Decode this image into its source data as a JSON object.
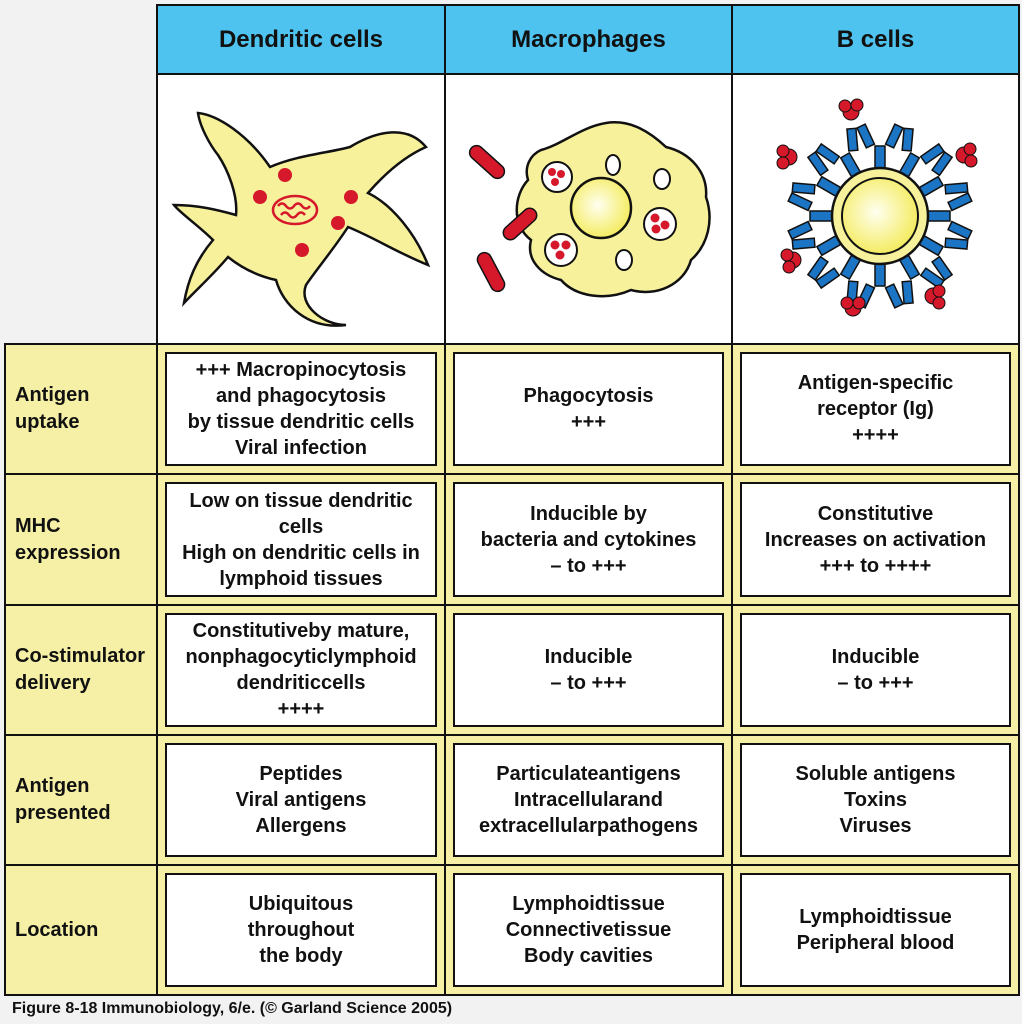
{
  "colors": {
    "header": "#4fc3f0",
    "row_fill": "#f6f0a6",
    "cell_fill": "#ffffff",
    "cell_body": "#f7f19c",
    "red": "#d6182b",
    "receptor": "#1b74c4"
  },
  "columns": [
    "Dendritic cells",
    "Macrophages",
    "B cells"
  ],
  "icons": [
    "dendritic-cell",
    "macrophage",
    "b-cell"
  ],
  "rows": [
    {
      "label": "Antigen\nuptake",
      "cells": [
        "+++ Macropinocytosis\nand phagocytosis\nby tissue dendritic cells\nViral infection",
        "Phagocytosis\n+++",
        "Antigen-specific\nreceptor (Ig)\n++++"
      ]
    },
    {
      "label": "MHC\nexpression",
      "cells": [
        "Low on tissue dendritic cells\nHigh on dendritic cells in\nlymphoid tissues",
        "Inducible by\nbacteria and cytokines\n– to +++",
        "Constitutive\nIncreases on activation\n+++ to ++++"
      ]
    },
    {
      "label": "Co-stimulator\ndelivery",
      "cells": [
        "Constitutiveby mature,\nnonphagocyticlymphoid\ndendriticcells\n++++",
        "Inducible\n– to +++",
        "Inducible\n– to +++"
      ]
    },
    {
      "label": "Antigen\npresented",
      "cells": [
        "Peptides\nViral antigens\nAllergens",
        "Particulateantigens\nIntracellularand\nextracellularpathogens",
        "Soluble antigens\nToxins\nViruses"
      ]
    },
    {
      "label": "Location",
      "cells": [
        "Ubiquitous\nthroughout\nthe body",
        "Lymphoidtissue\nConnectivetissue\nBody cavities",
        "Lymphoidtissue\nPeripheral blood"
      ]
    }
  ],
  "caption": "Figure 8-18  Immunobiology, 6/e. (© Garland Science 2005)"
}
